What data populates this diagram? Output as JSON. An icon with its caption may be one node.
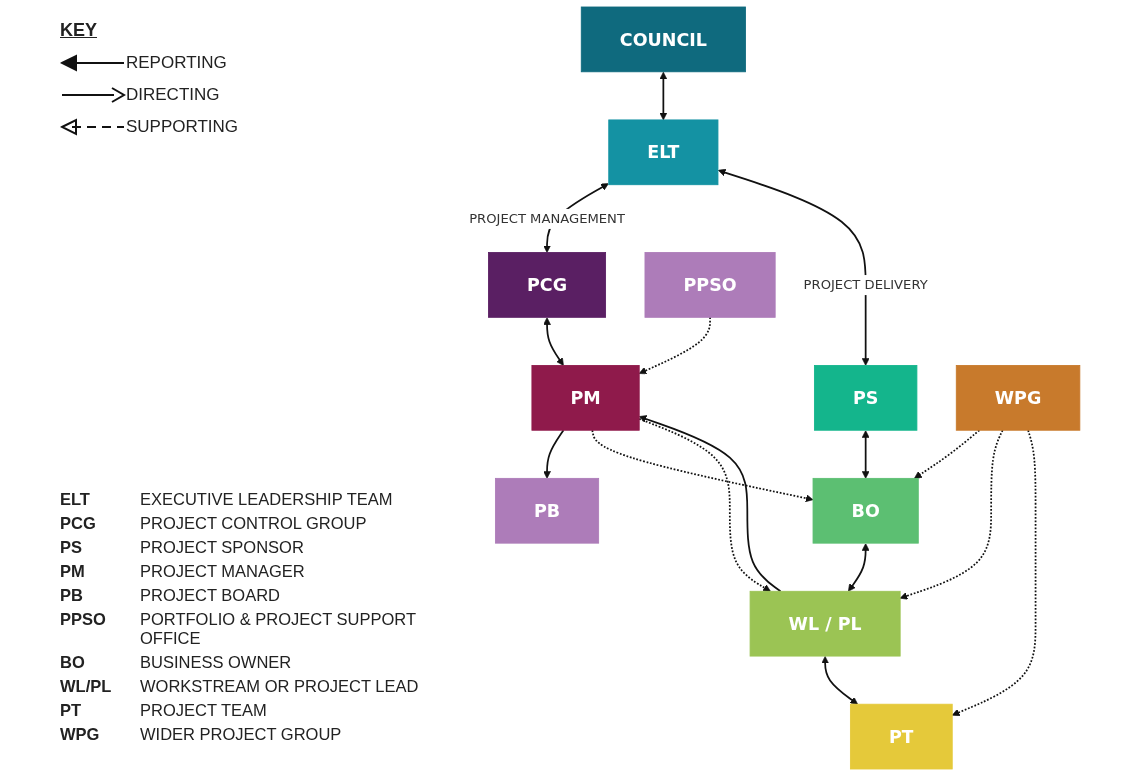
{
  "diagram": {
    "nodes": [
      {
        "text": [
          "COUNCIL"
        ]
      },
      {
        "text": [
          "ELT"
        ]
      },
      {
        "text": [
          "PB"
        ]
      },
      {
        "text": [
          "PCG"
        ]
      },
      {
        "text": [
          "PS"
        ]
      },
      {
        "text": [
          "PPSO"
        ]
      },
      {
        "text": [
          "PM"
        ]
      },
      {
        "text": [
          "BO"
        ]
      },
      {
        "text": [
          "WL / PL"
        ]
      },
      {
        "text": [
          "PT"
        ]
      },
      {
        "text": [
          "WPG"
        ]
      }
    ],
    "edges": [
      {
        "from": 0,
        "to": 1,
        "arrow": "both"
      },
      {
        "from": 1,
        "to": 3,
        "arrow": "both",
        "label": "PROJECT MANAGEMENT"
      },
      {
        "from": 1,
        "to": 4,
        "arrow": "both",
        "label": "PROJECT DELIVERY"
      },
      {
        "from": 3,
        "to": 6,
        "arrow": "both"
      },
      {
        "from": 6,
        "to": 2,
        "arrow": "to"
      },
      {
        "from": 5,
        "to": 6,
        "arrow": "to",
        "style": "dashed"
      },
      {
        "from": 6,
        "to": 7,
        "arrow": "to",
        "style": "dashed"
      },
      {
        "from": 6,
        "to": 8,
        "arrow": "to",
        "style": "dashed"
      },
      {
        "from": 8,
        "to": 6,
        "arrow": "to"
      },
      {
        "from": 4,
        "to": 7,
        "arrow": "both"
      },
      {
        "from": 7,
        "to": 8,
        "arrow": "both"
      },
      {
        "from": 8,
        "to": 9,
        "arrow": "both"
      },
      {
        "from": 10,
        "to": 7,
        "arrow": "to",
        "style": "dashed"
      },
      {
        "from": 10,
        "to": 8,
        "arrow": "to",
        "style": "dashed"
      },
      {
        "from": 10,
        "to": 9,
        "arrow": "to",
        "style": "dashed"
      }
    ],
    "labels": [
      "KEY",
      "ELT",
      "EXECUTIVE LEADERSHIP TEAM",
      "PCG",
      "PROJECT CONTROL GROUP",
      "PS",
      "PROJECT SPONSOR",
      "PM",
      "PROJECT MANAGER",
      "PB",
      "PROJECT BOARD",
      "PPSO",
      "PORTFOLIO & PROJECT SUPPORT OFFICE",
      "BO",
      "BUSINESS OWNER",
      "WL/PL",
      "WORKSTREAM OR PROJECT LEAD",
      "PT",
      "PROJECT TEAM",
      "WPG",
      "WIDER PROJECT GROUP"
    ],
    "legend": [
      {
        "text": "REPORTING"
      },
      {
        "text": "DIRECTING"
      },
      {
        "text": "SUPPORTING"
      }
    ]
  }
}
